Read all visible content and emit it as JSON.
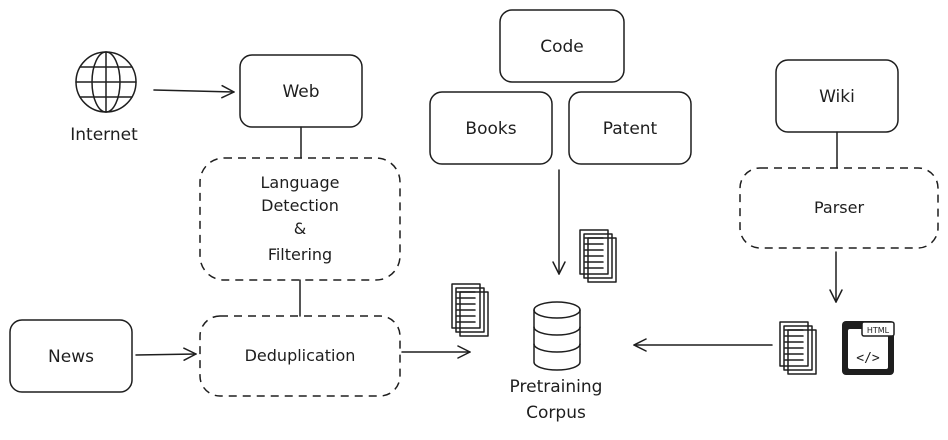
{
  "nodes": {
    "internet": {
      "label": "Internet",
      "icon": "globe-icon"
    },
    "web": {
      "label": "Web",
      "fill": "#fbe3e3"
    },
    "language_filter": {
      "lines": [
        "Language",
        "Detection",
        "&",
        "Filtering"
      ]
    },
    "news": {
      "label": "News",
      "fill": "#fbe3e3"
    },
    "dedup": {
      "label": "Deduplication"
    },
    "code": {
      "label": "Code",
      "fill": "#dff3e2"
    },
    "books": {
      "label": "Books",
      "fill": "#dff3e2"
    },
    "patent": {
      "label": "Patent",
      "fill": "#dff3e2"
    },
    "wiki": {
      "label": "Wiki",
      "fill": "#dfeefb"
    },
    "parser": {
      "label": "Parser"
    },
    "corpus": {
      "lines": [
        "Pretraining",
        "Corpus"
      ],
      "icon": "database-icon"
    },
    "html_badge": {
      "label": "HTML",
      "code": "</>"
    }
  },
  "colors": {
    "stroke": "#1e1e1e",
    "red_fill": "#fbe3e3",
    "green_fill": "#dff3e2",
    "blue_fill": "#dfeefb"
  }
}
